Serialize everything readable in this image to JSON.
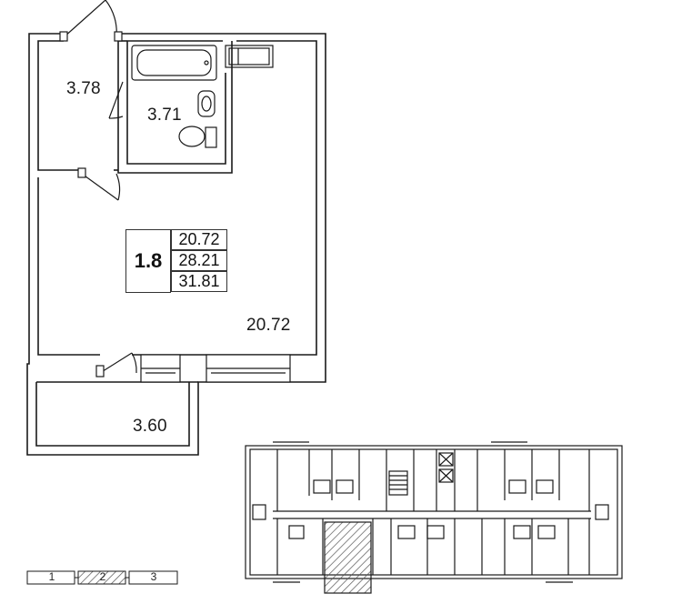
{
  "rooms": {
    "hallway": "3.78",
    "bathroom": "3.71",
    "living": "20.72",
    "balcony": "3.60"
  },
  "apartment": {
    "type": "1.8",
    "living_area": "20.72",
    "total_area": "28.21",
    "total_with_balcony": "31.81"
  },
  "floor_switch": [
    "1",
    "2",
    "3"
  ],
  "selected_section": "2",
  "colors": {
    "wall": "#1a1a1a",
    "hatch": "#555555",
    "background": "#ffffff"
  }
}
